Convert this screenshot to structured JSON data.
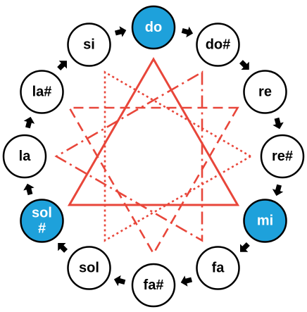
{
  "diagram": {
    "nodes": [
      {
        "id": "do",
        "lines": [
          "do"
        ],
        "highlighted": true
      },
      {
        "id": "do#",
        "lines": [
          "do#"
        ],
        "highlighted": false
      },
      {
        "id": "re",
        "lines": [
          "re"
        ],
        "highlighted": false
      },
      {
        "id": "re#",
        "lines": [
          "re#"
        ],
        "highlighted": false
      },
      {
        "id": "mi",
        "lines": [
          "mi"
        ],
        "highlighted": true
      },
      {
        "id": "fa",
        "lines": [
          "fa"
        ],
        "highlighted": false
      },
      {
        "id": "fa#",
        "lines": [
          "fa#"
        ],
        "highlighted": false
      },
      {
        "id": "sol",
        "lines": [
          "sol"
        ],
        "highlighted": false
      },
      {
        "id": "sol#",
        "lines": [
          "sol",
          "#"
        ],
        "highlighted": true
      },
      {
        "id": "la",
        "lines": [
          "la"
        ],
        "highlighted": false
      },
      {
        "id": "la#",
        "lines": [
          "la#"
        ],
        "highlighted": false
      },
      {
        "id": "si",
        "lines": [
          "si"
        ],
        "highlighted": false
      }
    ],
    "triangles": [
      {
        "id": "solid",
        "vertices": [
          "do",
          "mi",
          "sol#"
        ],
        "line_style": "solid"
      },
      {
        "id": "dash-dot",
        "vertices": [
          "do#",
          "fa",
          "la"
        ],
        "line_style": "dash-dot"
      },
      {
        "id": "dashed",
        "vertices": [
          "re",
          "fa#",
          "la#"
        ],
        "line_style": "dashed"
      },
      {
        "id": "dotted",
        "vertices": [
          "re#",
          "sol",
          "si"
        ],
        "line_style": "dotted"
      }
    ],
    "arrow_direction": "clockwise",
    "colors": {
      "highlight_fill": "#1ea1db",
      "highlight_text": "#ffffff",
      "node_fill": "#ffffff",
      "node_stroke": "#000000",
      "node_text": "#000000",
      "triangle_stroke": "#e8463a",
      "arrow": "#000000"
    }
  }
}
